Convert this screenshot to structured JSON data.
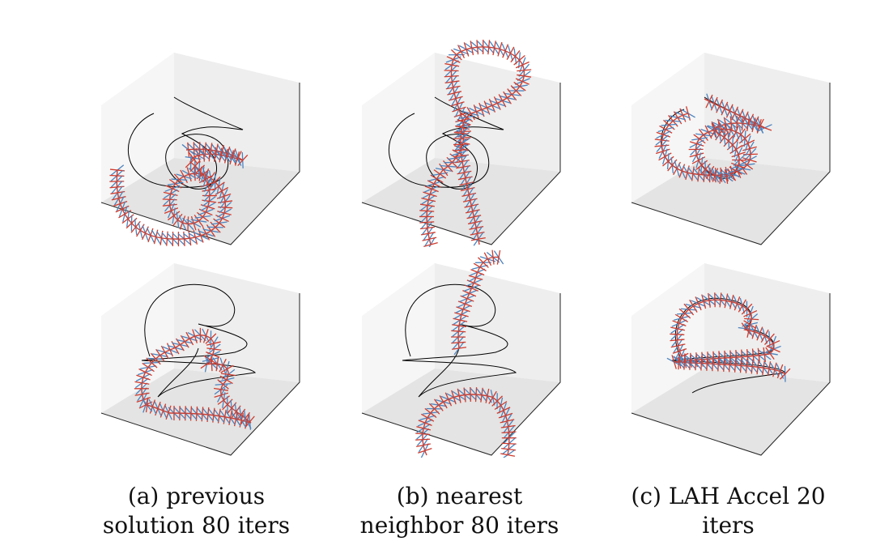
{
  "figure": {
    "captions": [
      {
        "line1": "(a) previous",
        "line2": "solution 80 iters"
      },
      {
        "line1": "(b) nearest",
        "line2": "neighbor 80 iters"
      },
      {
        "line1": "(c) LAH Accel 20",
        "line2": "iters"
      }
    ],
    "colors": {
      "reference_curve": "#000000",
      "red_marks": "#d03a2c",
      "blue_marks": "#4c82bd",
      "pane_light": "#f6f6f6",
      "pane_mid": "#eeeeee",
      "pane_dark": "#e4e4e4",
      "axis_line": "#222222"
    }
  }
}
